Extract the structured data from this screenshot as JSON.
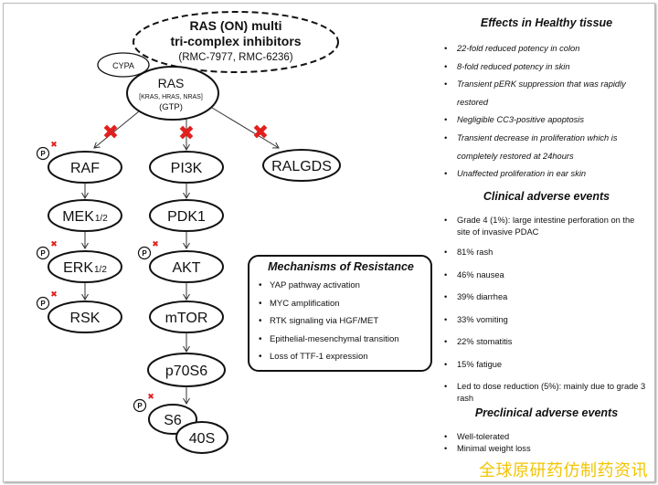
{
  "diagram": {
    "inhibitor": {
      "line1": "RAS (ON) multi",
      "line2": "tri-complex inhibitors",
      "line3": "(RMC-7977, RMC-6236)"
    },
    "cypa": "CYPA",
    "ras": {
      "title": "RAS",
      "subtitle": "[KRAS, HRAS, NRAS]",
      "gtp": "(GTP)"
    },
    "nodes": {
      "raf": "RAF",
      "pi3k": "PI3K",
      "ralgds": "RALGDS",
      "mek": "MEK",
      "mek_sub": "1/2",
      "pdk1": "PDK1",
      "erk": "ERK",
      "erk_sub": "1/2",
      "akt": "AKT",
      "rsk": "RSK",
      "mtor": "mTOR",
      "p70s6": "p70S6",
      "s6": "S6",
      "s40": "40S"
    },
    "phospho_label": "P",
    "inhibit_mark": "✖"
  },
  "resistance": {
    "title": "Mechanisms of Resistance",
    "items": [
      "YAP pathway activation",
      "MYC amplification",
      "RTK signaling via HGF/MET",
      "Epithelial-mesenchymal transition",
      "Loss of TTF-1 expression"
    ]
  },
  "effects": {
    "title": "Effects in Healthy tissue",
    "items": [
      "22-fold reduced potency in colon",
      "8-fold reduced potency in skin",
      "Transient pERK suppression that was rapidly restored",
      "Negligible CC3-positive apoptosis",
      "Transient decrease in proliferation which is completely restored at 24hours",
      "Unaffected proliferation in ear skin"
    ]
  },
  "clinical": {
    "title": "Clinical adverse events",
    "items": [
      "Grade 4 (1%): large intestine perforation on the site of invasive PDAC",
      "81% rash",
      "46% nausea",
      "39% diarrhea",
      "33% vomiting",
      "22% stomatitis",
      "15% fatigue",
      "Led to dose reduction (5%): mainly due to grade 3 rash"
    ]
  },
  "preclinical": {
    "title": "Preclinical adverse events",
    "items": [
      "Well-tolerated",
      "Minimal weight loss"
    ]
  },
  "watermark": "全球原研药仿制药资讯",
  "colors": {
    "inhibit": "#e0201e",
    "watermark": "#f2c400",
    "line": "#111111"
  }
}
